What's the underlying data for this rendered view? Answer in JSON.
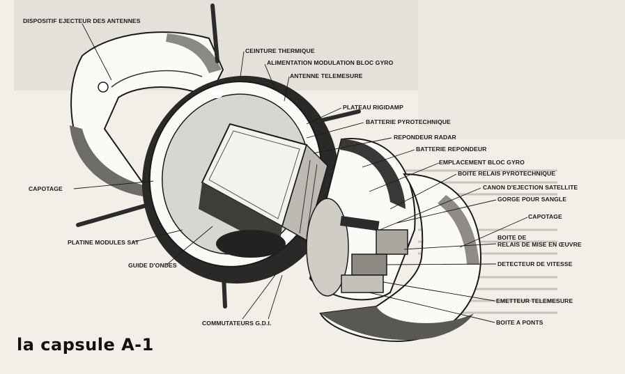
{
  "caption": "la capsule A-1",
  "labels": {
    "dispositif": "DISPOSITIF EJECTEUR DES ANTENNES",
    "ceinture": "CEINTURE THERMIQUE",
    "alimentation": "ALIMENTATION MODULATION BLOC GYRO",
    "antenne": "ANTENNE TELEMESURE",
    "plateau": "PLATEAU RIGIDAMP",
    "batterie_pyro": "BATTERIE PYROTECHNIQUE",
    "repondeur": "REPONDEUR RADAR",
    "batterie_rep": "BATTERIE REPONDEUR",
    "emplacement": "EMPLACEMENT BLOC GYRO",
    "boite_pyro": "BOITE RELAIS PYROTECHNIQUE",
    "canon": "CANON D'EJECTION SATELLITE",
    "gorge": "GORGE POUR SANGLE",
    "capotage_r": "CAPOTAGE",
    "boite_de": "BOITE DE",
    "relais": "RELAIS DE MISE EN ŒUVRE",
    "detecteur": "DETECTEUR DE VITESSE",
    "emetteur": "EMETTEUR TELEMESURE",
    "boite_ponts": "BOITE A PONTS",
    "capotage_l": "CAPOTAGE",
    "platine": "PLATINE MODULES SAT",
    "guide": "GUIDE D'ONDES",
    "commutateurs": "COMMUTATEURS G.D.I."
  }
}
